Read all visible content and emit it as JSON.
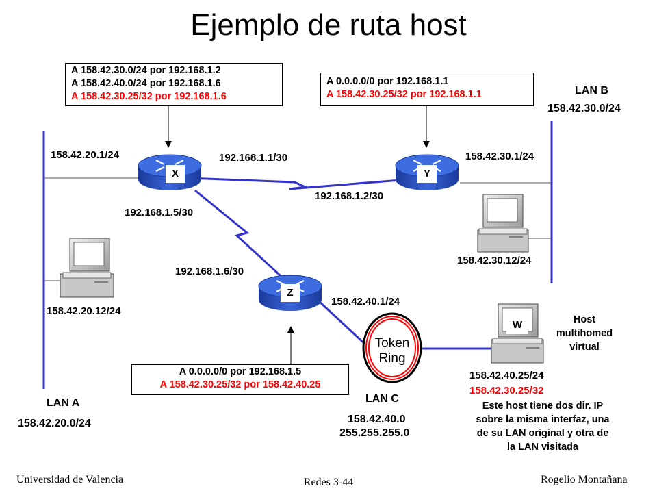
{
  "title": "Ejemplo de ruta host",
  "routers": {
    "x": {
      "label": "X"
    },
    "y": {
      "label": "Y"
    },
    "z": {
      "label": "Z"
    }
  },
  "host_w": {
    "label": "W"
  },
  "token_ring": {
    "line1": "Token",
    "line2": "Ring"
  },
  "route_tables": {
    "x": [
      "A 158.42.30.0/24 por 192.168.1.2",
      "A 158.42.40.0/24 por 192.168.1.6",
      "A 158.42.30.25/32 por 192.168.1.6"
    ],
    "y": [
      "A 0.0.0.0/0 por 192.168.1.1",
      "A 158.42.30.25/32 por 192.168.1.1"
    ],
    "z": [
      "A 0.0.0.0/0 por 192.168.1.5",
      "A 158.42.30.25/32 por 158.42.40.25"
    ]
  },
  "addresses": {
    "x_lan": "158.42.20.1/24",
    "x_y_link": "192.168.1.1/30",
    "x_z_link": "192.168.1.5/30",
    "y_lan": "158.42.30.1/24",
    "y_x_link": "192.168.1.2/30",
    "z_x_link": "192.168.1.6/30",
    "z_lan": "158.42.40.1/24",
    "host_a": "158.42.20.12/24",
    "host_b": "158.42.30.12/24",
    "host_w_primary": "158.42.40.25/24",
    "host_w_secondary": "158.42.30.25/32"
  },
  "lans": {
    "a": {
      "name": "LAN A",
      "network": "158.42.20.0/24"
    },
    "b": {
      "name": "LAN B",
      "network": "158.42.30.0/24"
    },
    "c": {
      "name": "LAN C",
      "network": "158.42.40.0",
      "mask": "255.255.255.0"
    }
  },
  "host_note": [
    "Host",
    "multihomed",
    "virtual"
  ],
  "explanation": [
    "Este host tiene dos dir. IP",
    "sobre la misma interfaz, una",
    "de su LAN original y otra de",
    "la LAN visitada"
  ],
  "footer": {
    "left": "Universidad de Valencia",
    "center": "Redes 3-44",
    "right": "Rogelio Montañana"
  },
  "colors": {
    "lan_line": "#3333cc",
    "router_top": "#3d6ce0",
    "router_side": "#1f3fa8",
    "highlight": "#ff0000"
  }
}
